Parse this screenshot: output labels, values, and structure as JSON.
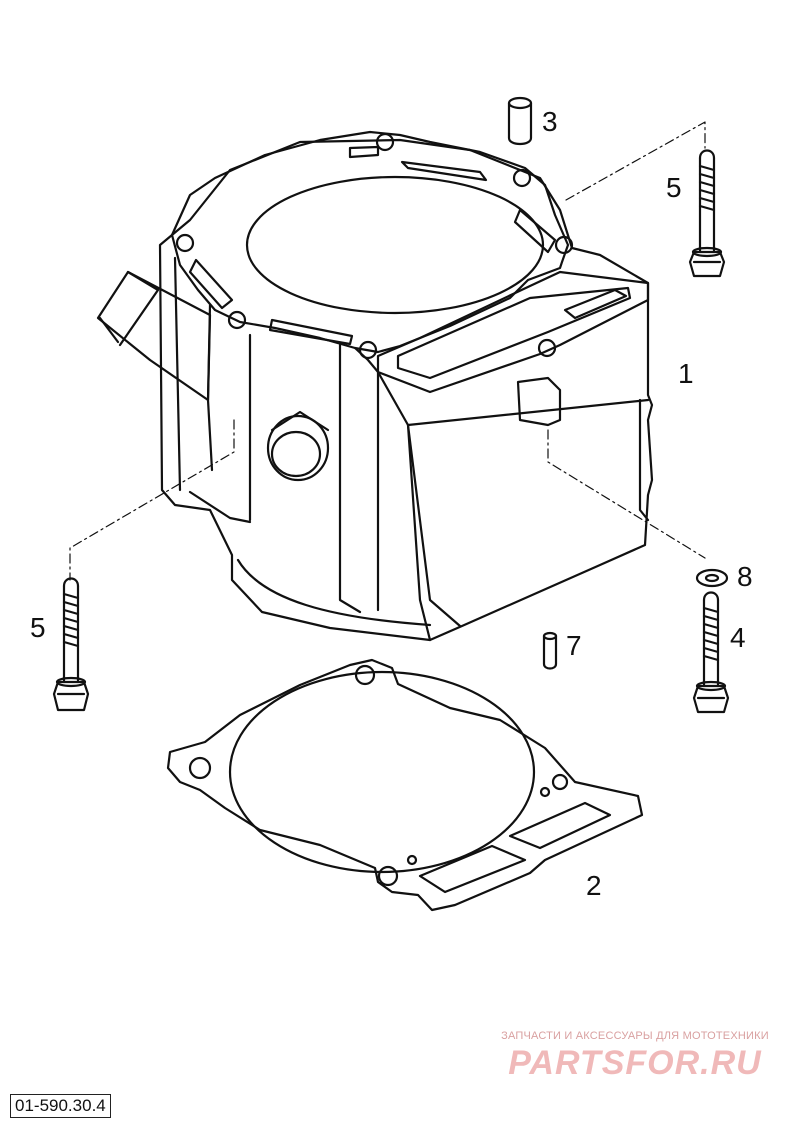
{
  "callouts": {
    "cylinder": "1",
    "gasket": "2",
    "dowel_sleeve": "3",
    "bolt_right_lower": "4",
    "bolt_right_upper": "5",
    "bolt_left": "5",
    "pin": "7",
    "washer": "8"
  },
  "diagram_code": "01-590.30.4",
  "watermark": {
    "tagline": "ЗАПЧАСТИ И АКСЕССУАРЫ ДЛЯ МОТОТЕХНИКИ",
    "logo": "PARTSFOR.RU"
  },
  "colors": {
    "line": "#111111",
    "watermark": "#f0b9b9"
  }
}
